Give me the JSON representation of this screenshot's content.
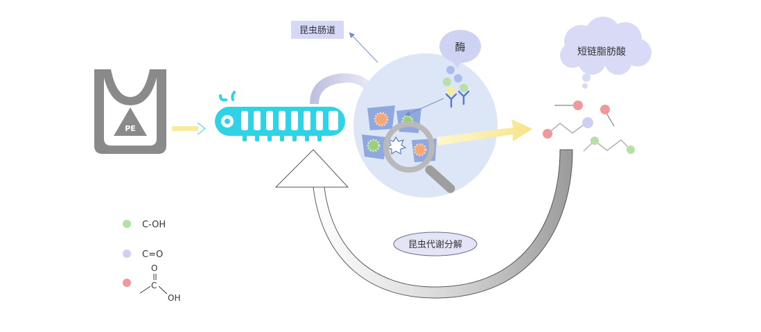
{
  "labels": {
    "gut": "昆虫肠道",
    "enzyme": "酶",
    "fatty_acids": "短链脂肪酸",
    "metabolism": "昆虫代谢分解",
    "pe": "PE"
  },
  "legend": {
    "coh": "C-OH",
    "co": "C=O",
    "cooh_o": "O",
    "cooh_c": "C",
    "cooh_oh": "OH"
  },
  "colors": {
    "green_dot": "#b8dfa8",
    "lavender_dot": "#cfcff4",
    "pink_dot": "#ee9a9c",
    "blue_dot": "#aabbee",
    "larva": "#2fd3e6",
    "bag": "#8a8a8a",
    "label_box": "#d6d8f8",
    "gut_circle": "#dde6f7",
    "yellow_arrow": "#f8eaa0"
  },
  "icons": [
    "pe-bag-icon",
    "recycle-triangle-icon",
    "larva-icon",
    "magnifier-icon",
    "cloud-bubble-icon",
    "speech-bubble-icon",
    "enzyme-y-icon"
  ]
}
